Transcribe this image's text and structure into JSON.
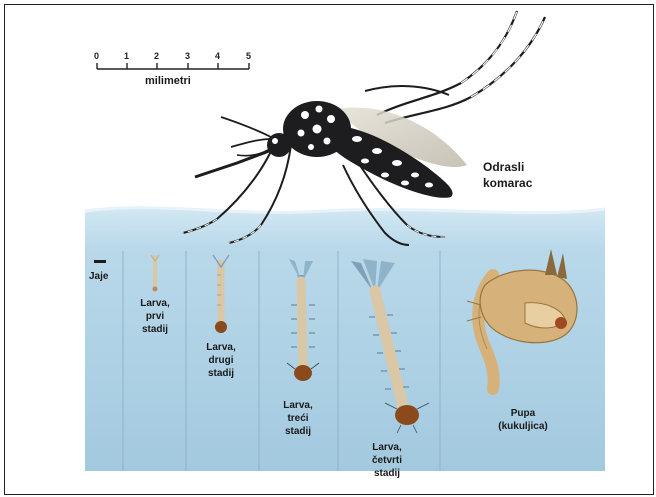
{
  "scale": {
    "ticks": [
      "0",
      "1",
      "2",
      "3",
      "4",
      "5"
    ],
    "unit_label": "milimetri"
  },
  "adult": {
    "label": "Odrasli\nkomarac"
  },
  "stages": {
    "egg": "Jaje",
    "larva1": "Larva,\nprvi\nstadij",
    "larva2": "Larva,\ndrugi\nstadij",
    "larva3": "Larva,\ntreći\nstadij",
    "larva4": "Larva,\nčetvrti\nstadij",
    "pupa": "Pupa\n(kukuljica)"
  },
  "colors": {
    "water_top": "#c9e3f1",
    "water_bottom": "#a9cde3",
    "mosquito_body": "#1d1d1f",
    "larva_head": "#8a4a1c",
    "larva_body": "#d9c7a6",
    "pupa_body": "#d6b27a"
  }
}
